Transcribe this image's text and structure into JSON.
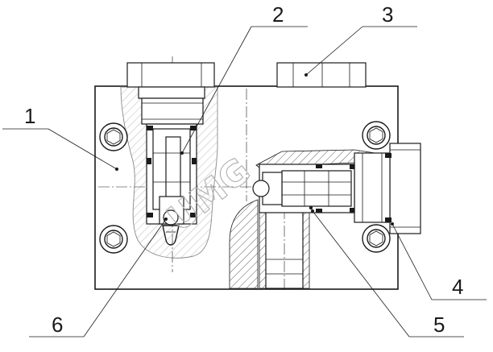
{
  "figure": {
    "callouts": [
      {
        "id": "1",
        "label": "1"
      },
      {
        "id": "2",
        "label": "2"
      },
      {
        "id": "3",
        "label": "3"
      },
      {
        "id": "4",
        "label": "4"
      },
      {
        "id": "5",
        "label": "5"
      },
      {
        "id": "6",
        "label": "6"
      }
    ],
    "watermark": "UMG"
  }
}
